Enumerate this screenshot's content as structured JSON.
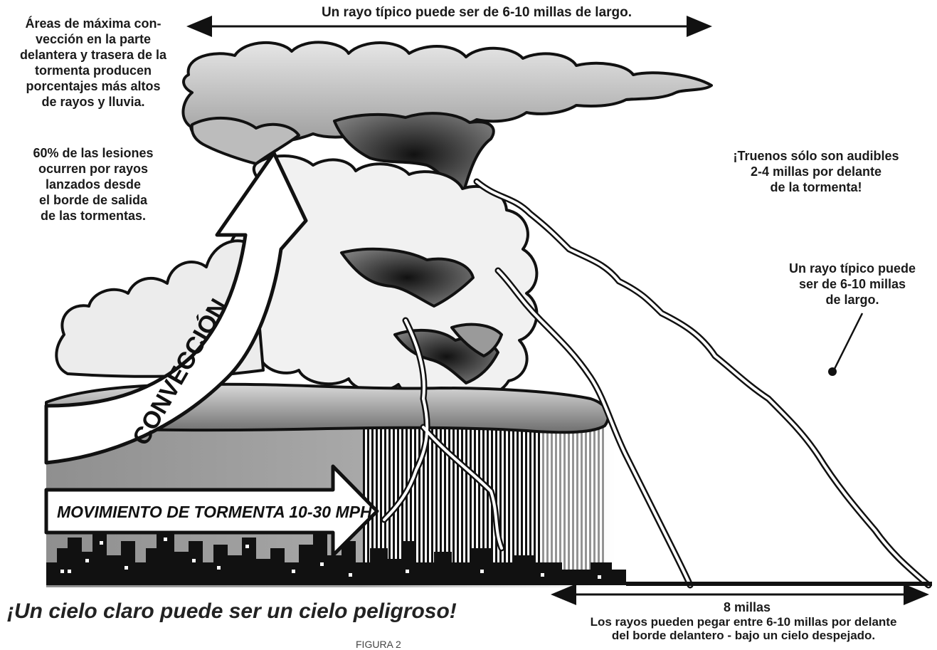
{
  "top_span_label": "Un rayo típico puede ser de 6-10 millas de largo.",
  "left_note_convection": "Áreas de máxima con-\nvección en la parte\ndelantera y trasera de la\ntormenta producen\nporcentajes  más altos\nde rayos y lluvia.",
  "left_note_injuries": "60% de las lesiones\nocurren por rayos\nlanzados desde\nel borde de salida\nde las tormentas.",
  "right_note_thunder": "¡Truenos sólo son audibles\n2-4 millas por delante\nde la tormenta!",
  "right_note_bolt": "Un rayo típico puede\nser de 6-10 millas\nde largo.",
  "convection_label": "CONVECCIÓN",
  "storm_motion_label": "MOVIMIENTO DE TORMENTA 10-30 MPH",
  "distance_label": "8 millas",
  "bottom_note": "Los rayos pueden pegar entre 6-10 millas por delante\ndel borde delantero - bajo un cielo despejado.",
  "slogan": "¡Un cielo claro puede ser un cielo peligroso!",
  "figure_label": "FIGURA 2",
  "colors": {
    "ink": "#111111",
    "cloud_light": "#f2f2f2",
    "cloud_mid": "#bdbdbd",
    "cloud_dark": "#3a3a3a",
    "sky_gray": "#9a9a9a",
    "arrow_fill": "#ffffff"
  }
}
